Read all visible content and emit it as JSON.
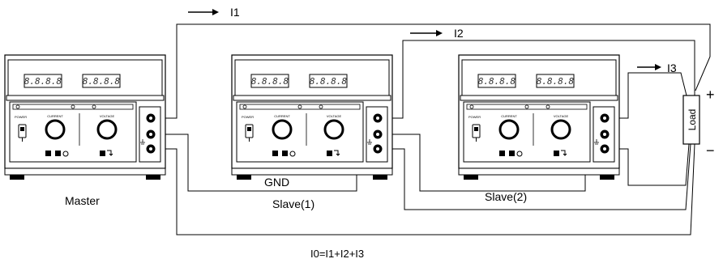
{
  "currents": {
    "i1": "I1",
    "i2": "I2",
    "i3": "I3",
    "equation": "I0=I1+I2+I3"
  },
  "units": [
    {
      "name": "Master",
      "display_left": "8.8.8.8",
      "display_right": "8.8.8.8"
    },
    {
      "name": "Slave(1)",
      "display_left": "8.8.8.8",
      "display_right": "8.8.8.8"
    },
    {
      "name": "Slave(2)",
      "display_left": "8.8.8.8",
      "display_right": "8.8.8.8"
    }
  ],
  "panel": {
    "power": "POWER",
    "current": "CURRENT",
    "voltage": "VOLTAGE"
  },
  "labels": {
    "gnd": "GND",
    "load": "Load",
    "plus": "+",
    "minus": "−"
  }
}
